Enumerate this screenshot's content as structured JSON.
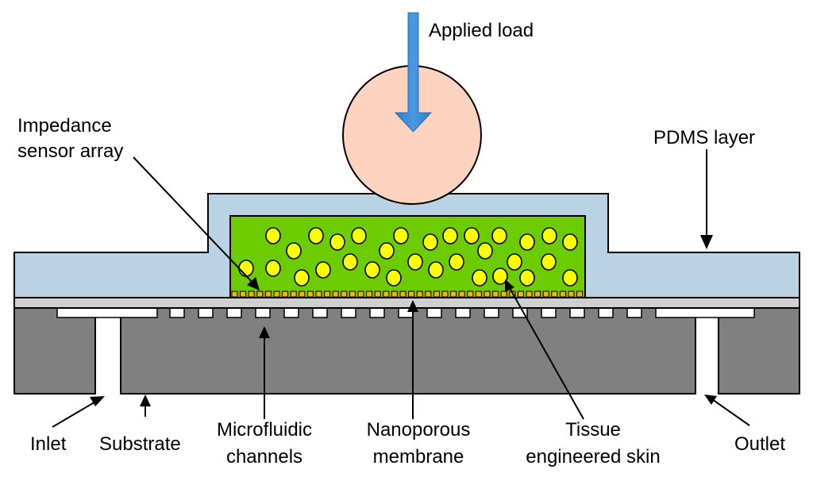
{
  "labels": {
    "applied_load": "Applied load",
    "impedance_line1": "Impedance",
    "impedance_line2": "sensor array",
    "pdms_layer": "PDMS layer",
    "inlet": "Inlet",
    "substrate": "Substrate",
    "microfluidic_line1": "Microfluidic",
    "microfluidic_line2": "channels",
    "nanoporous_line1": "Nanoporous",
    "nanoporous_line2": "membrane",
    "tissue_line1": "Tissue",
    "tissue_line2": "engineered skin",
    "outlet": "Outlet"
  },
  "colors": {
    "pdms": "#b9d2e4",
    "tissue": "#6ccc00",
    "cells": "#ffff00",
    "substrate": "#808080",
    "membrane": "#d0d0d0",
    "sensors": "#ffb000",
    "roller": "#fbd3be",
    "load_arrow": "#3a87d4"
  }
}
